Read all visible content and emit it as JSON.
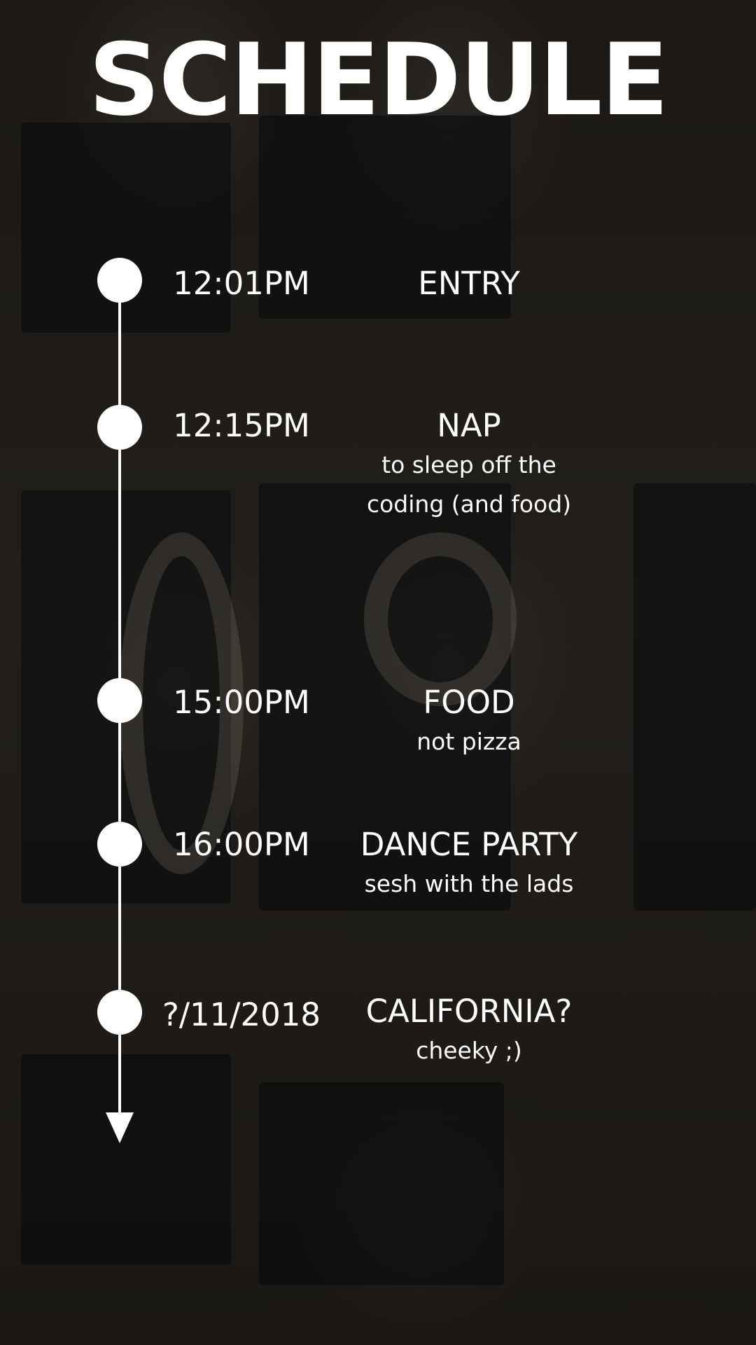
{
  "title": "SCHEDULE",
  "colors": {
    "background": "#1c1916",
    "text": "#ffffff",
    "timeline": "#ffffff"
  },
  "schedule": [
    {
      "time": "12:01PM",
      "event": "ENTRY",
      "details": []
    },
    {
      "time": "12:15PM",
      "event": "NAP",
      "details": [
        "to sleep off the",
        "coding (and food)"
      ]
    },
    {
      "time": "15:00PM",
      "event": "FOOD",
      "details": [
        "not pizza"
      ]
    },
    {
      "time": "16:00PM",
      "event": "DANCE PARTY",
      "details": [
        "sesh with the lads"
      ]
    },
    {
      "time": "?/11/2018",
      "event": "CALIFORNIA?",
      "details": [
        "cheeky ;)"
      ]
    }
  ],
  "icons": {
    "timeline_end": "arrow-down-icon",
    "timeline_marker": "circle-dot-icon"
  }
}
